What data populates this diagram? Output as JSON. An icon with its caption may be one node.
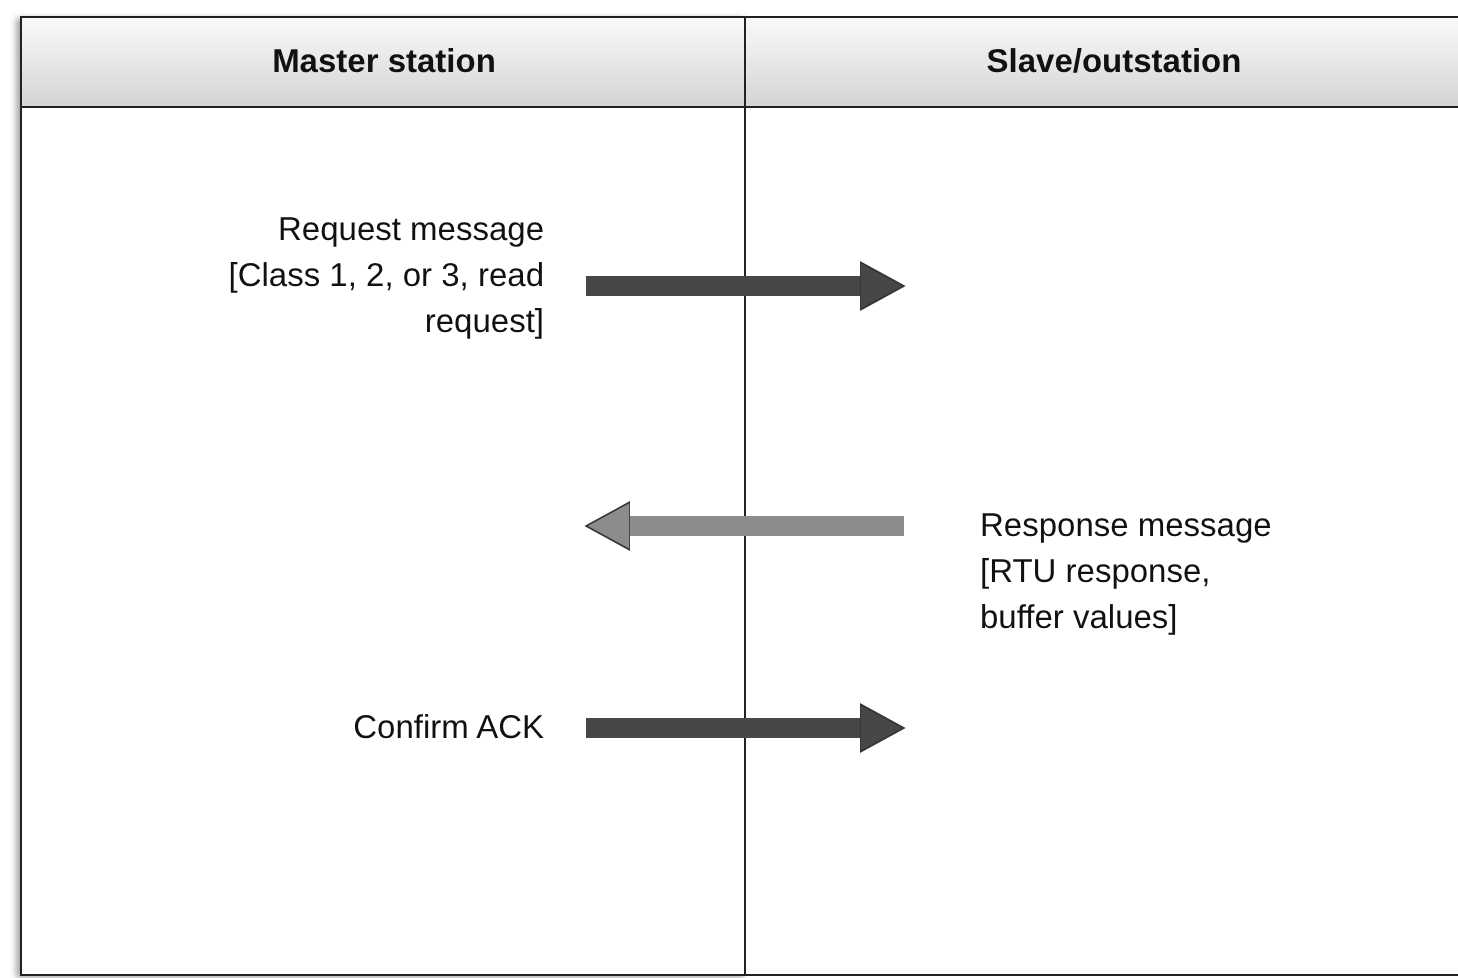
{
  "diagram": {
    "nodes": [
      {
        "text": [
          "Master station"
        ]
      },
      {
        "text": [
          "Slave/outstation"
        ]
      }
    ],
    "edges": [
      {
        "from": 0,
        "to": 1,
        "arrow": "to"
      },
      {
        "from": 1,
        "to": 0,
        "arrow": "to",
        "color": "#8c8c8c"
      },
      {
        "from": 0,
        "to": 1,
        "arrow": "to"
      }
    ],
    "labels": [
      "Request message [Class 1, 2, or 3, read request]",
      "Response message [RTU response, buffer values]",
      "Confirm ACK"
    ]
  }
}
